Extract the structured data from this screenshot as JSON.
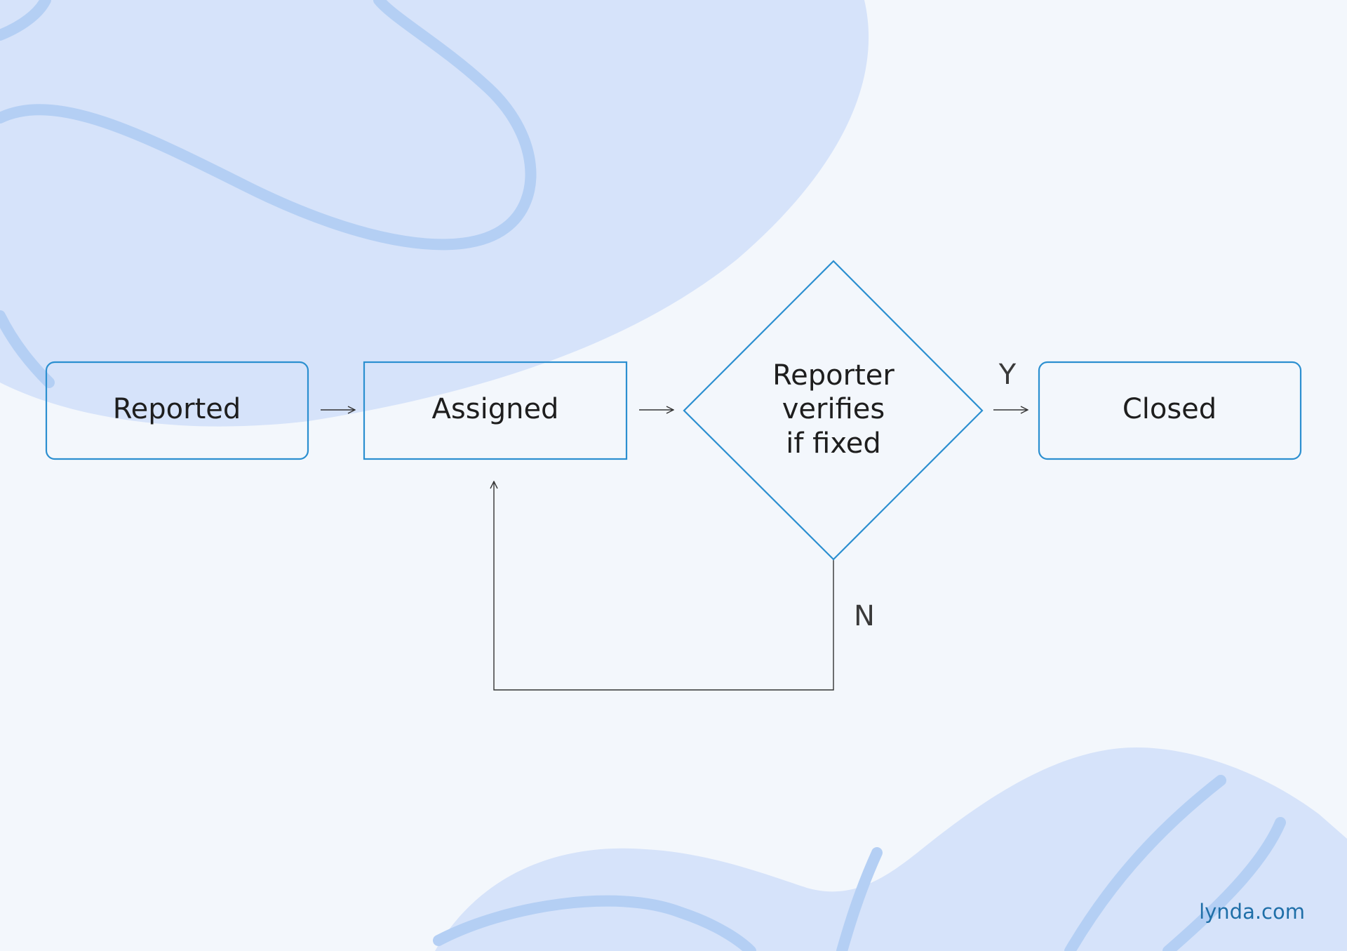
{
  "colors": {
    "background": "#f3f7fc",
    "blob": "#d6e3fa",
    "swirl": "#b4cff4",
    "node_stroke": "#2b8fd0",
    "connector": "#333333",
    "brand": "#1f6fa8"
  },
  "diagram": {
    "nodes": [
      {
        "id": "reported",
        "shape": "rounded-rectangle",
        "lines": [
          "Reported"
        ]
      },
      {
        "id": "assigned",
        "shape": "rectangle",
        "lines": [
          "Assigned"
        ]
      },
      {
        "id": "verify",
        "shape": "diamond",
        "lines": [
          "Reporter",
          "verifies",
          "if fixed"
        ]
      },
      {
        "id": "closed",
        "shape": "rounded-rectangle",
        "lines": [
          "Closed"
        ]
      }
    ],
    "edges": [
      {
        "from": "reported",
        "to": "assigned",
        "label": ""
      },
      {
        "from": "assigned",
        "to": "verify",
        "label": ""
      },
      {
        "from": "verify",
        "to": "closed",
        "label": "Y"
      },
      {
        "from": "verify",
        "to": "assigned",
        "label": "N"
      }
    ]
  },
  "brand": "lynda.com"
}
